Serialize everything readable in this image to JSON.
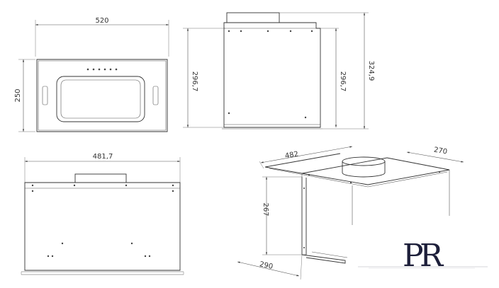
{
  "views": {
    "front": {
      "width_label": "520",
      "height_label": "250"
    },
    "side": {
      "inner_height_label": "296,7",
      "right_inner_label": "296,7",
      "total_height_label": "324,9"
    },
    "bottom": {
      "width_label": "481,7"
    },
    "iso": {
      "width_label": "482",
      "depth_label": "270",
      "height_label": "267",
      "bottom_depth_label": "290"
    }
  },
  "logo": {
    "letter_1": "P",
    "letter_2": "R"
  },
  "colors": {
    "line": "#333333",
    "logo": "#1d1f3a"
  }
}
